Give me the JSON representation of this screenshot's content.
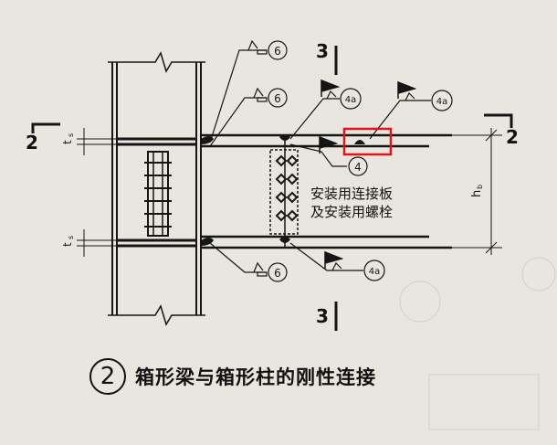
{
  "section_labels": {
    "left": "2",
    "right": "2",
    "top": "3",
    "bottom": "3"
  },
  "dimensions": {
    "ts_top": "t",
    "ts_top_sub": "s",
    "ts_bottom": "t",
    "ts_bottom_sub": "s",
    "hb": "h",
    "hb_sub": "b"
  },
  "weld_tags": {
    "w1": "6",
    "w2": "6",
    "w3": "4a",
    "w4": "4a",
    "w5": "4",
    "w6": "6",
    "w7": "4a"
  },
  "note": {
    "line1": "安装用连接板",
    "line2": "及安装用螺栓"
  },
  "caption": {
    "number": "2",
    "title": "箱形梁与箱形柱的刚性连接"
  },
  "colors": {
    "ink": "#151515",
    "highlight": "#e0151b",
    "paper": "#e9e6df"
  }
}
